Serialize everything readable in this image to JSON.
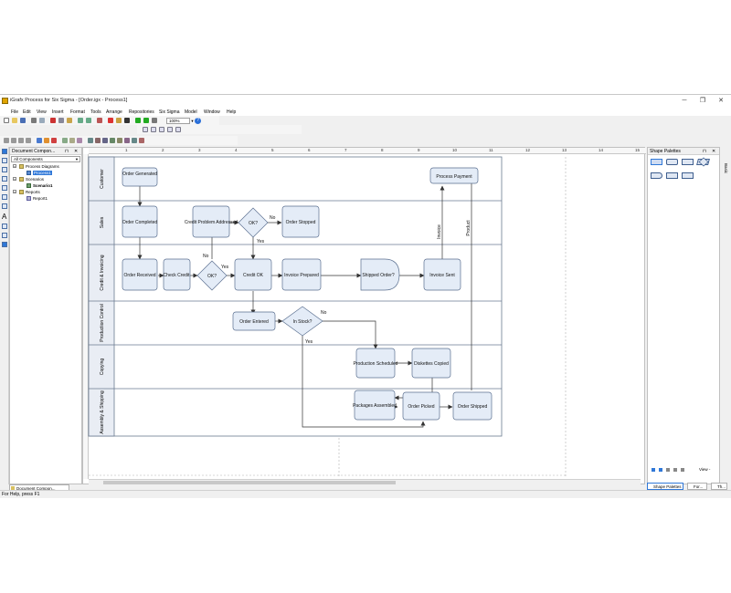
{
  "window": {
    "title": "iGrafx Process for Six Sigma - [Order.igx - Process1]",
    "controls": [
      "─",
      "❐",
      "✕"
    ]
  },
  "menu": [
    "File",
    "Edit",
    "View",
    "Insert",
    "Format",
    "Tools",
    "Arrange",
    "Repositories",
    "Six Sigma",
    "Model",
    "Window",
    "Help"
  ],
  "toolbar": {
    "zoom": "100%"
  },
  "doc_panel": {
    "title": "Document Compon...",
    "filter": "All Components",
    "tree": [
      {
        "label": "Process Diagrams",
        "level": 0,
        "expander": "−"
      },
      {
        "label": "Process1",
        "level": 1,
        "selected": true
      },
      {
        "label": "Scenarios",
        "level": 0,
        "expander": "−"
      },
      {
        "label": "Scenario1",
        "level": 1,
        "bold": true
      },
      {
        "label": "Reports",
        "level": 0,
        "expander": "−"
      },
      {
        "label": "Report1",
        "level": 1
      }
    ],
    "bottom_tab": "Document Compon..."
  },
  "ruler": [
    "1",
    "2",
    "3",
    "4",
    "5",
    "6",
    "7",
    "8",
    "9",
    "10",
    "11",
    "12",
    "13",
    "14",
    "15"
  ],
  "diagram": {
    "lanes": [
      "Customer",
      "Sales",
      "Credit & Invoicing",
      "Production Control",
      "Copying",
      "Assembly & Shipping"
    ],
    "shapes": {
      "order_generated": "Order Generated",
      "process_payment": "Process Payment",
      "order_completed": "Order Completed",
      "credit_problem": "Credit Problem Addressed",
      "ok1": "OK?",
      "order_stopped": "Order Stopped",
      "order_received": "Order Received",
      "check_credit": "Check Credit",
      "ok2": "OK?",
      "credit_ok": "Credit OK",
      "invoice_prepared": "Invoice Prepared",
      "shipped_order": "Shipped Order?",
      "invoice_sent": "Invoice Sent",
      "order_entered": "Order Entered",
      "in_stock": "In Stock?",
      "production_scheduled": "Production Scheduled",
      "diskettes_copied": "Diskettes Copied",
      "packages_assembled": "Packages Assembled",
      "order_picked": "Order Picked",
      "order_shipped": "Order Shipped"
    },
    "connector_labels": {
      "no1": "No",
      "yes1": "Yes",
      "no2": "No",
      "yes2": "Yes",
      "no3": "No",
      "yes3": "Yes",
      "invoice": "Invoice",
      "product": "Product"
    }
  },
  "shape_palettes": {
    "title": "Shape Palettes",
    "side_label": "Basic",
    "view_label": "View -",
    "tabs": [
      "Shape Palettes",
      "For...",
      "Th..."
    ]
  },
  "status": "For Help, press F1",
  "colors": {
    "shape_fill": "#e4ecf7",
    "shape_stroke": "#5a6f8f",
    "lane_header": "#e9edf4",
    "accent": "#3078d8"
  }
}
